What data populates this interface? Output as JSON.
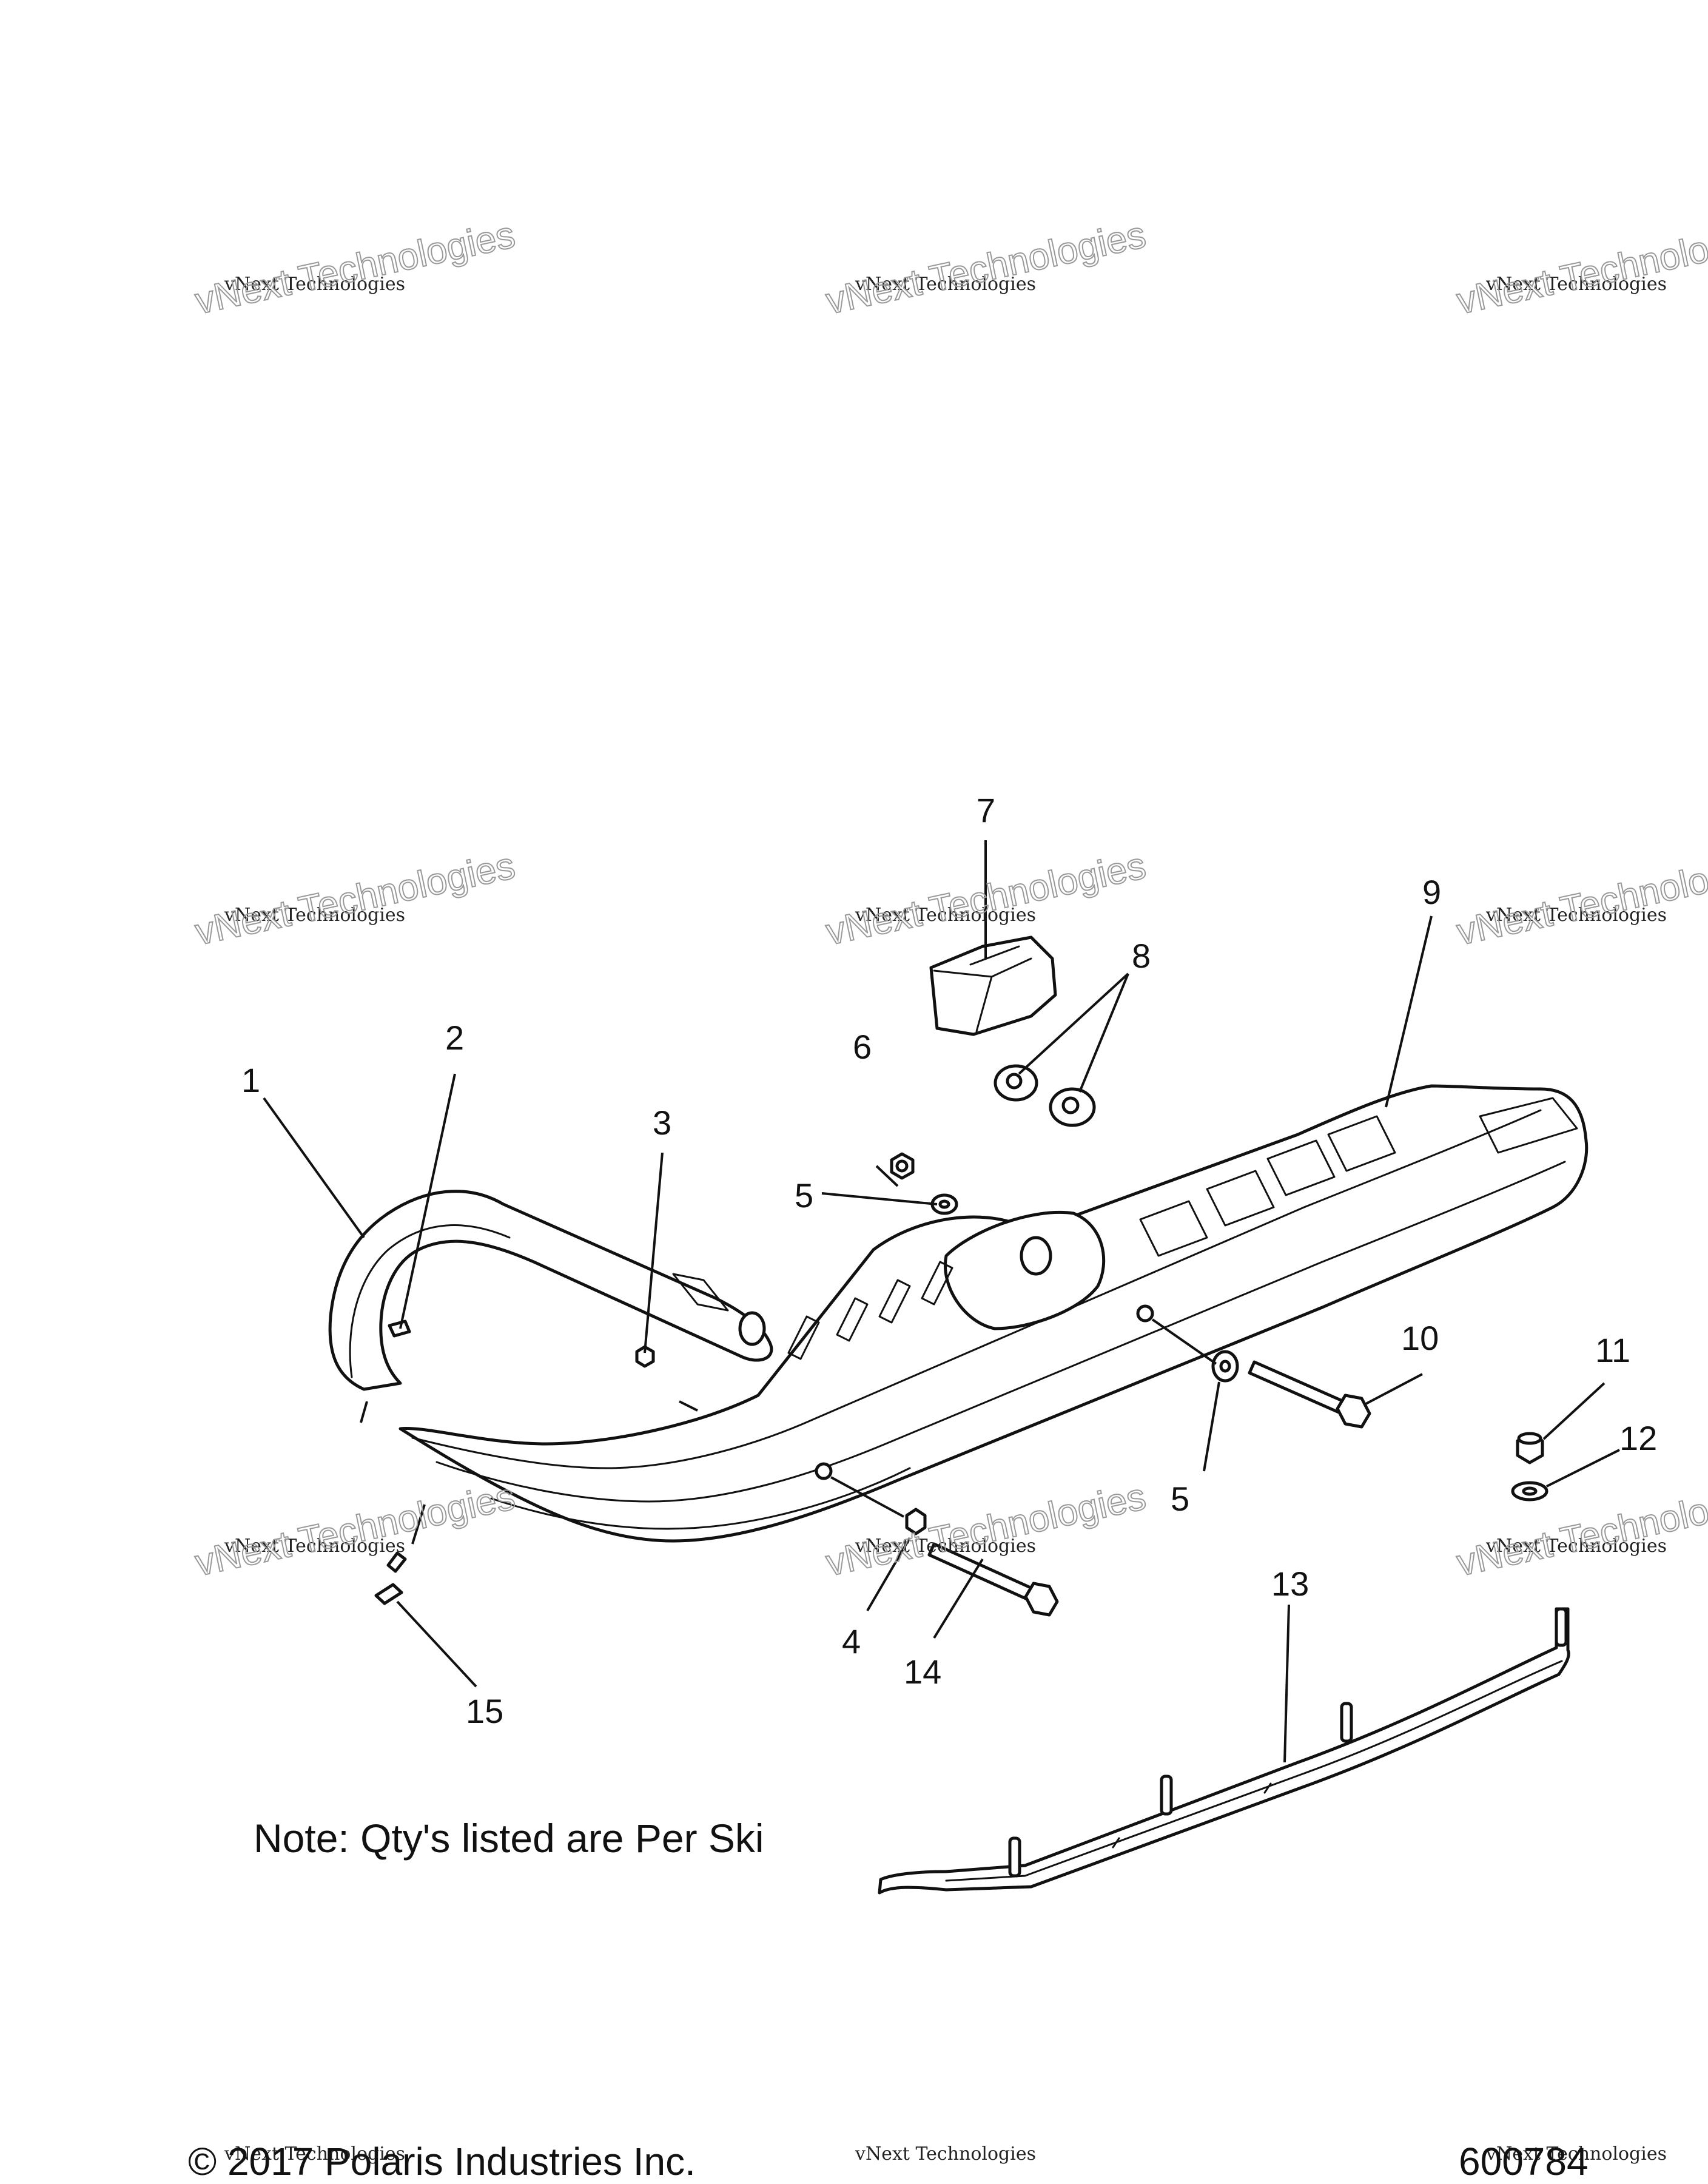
{
  "note": "Note: Qty's listed are Per Ski",
  "copyright": "© 2017 Polaris Industries Inc.",
  "figure_number": "600784",
  "watermark": {
    "line1": "vNext Technologies",
    "line2": "vNext Technologies"
  },
  "callouts": {
    "c1": "1",
    "c2": "2",
    "c3": "3",
    "c4": "4",
    "c5a": "5",
    "c5b": "5",
    "c6": "6",
    "c7": "7",
    "c8": "8",
    "c9": "9",
    "c10": "10",
    "c11": "11",
    "c12": "12",
    "c13": "13",
    "c14": "14",
    "c15": "15"
  }
}
